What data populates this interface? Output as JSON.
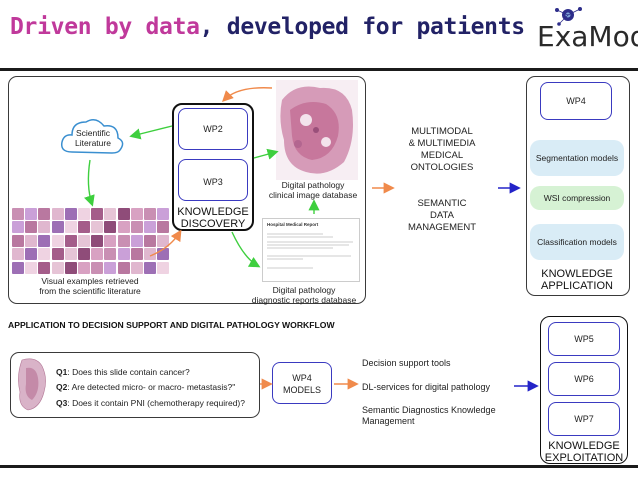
{
  "header": {
    "title_part1": "Driven by data",
    "title_sep": ",",
    "title_part2": " developed for patients",
    "logo_text": "ExaMode"
  },
  "discovery": {
    "cloud_label": "Scientific\nLiterature",
    "wp2": "WP2",
    "wp3": "WP3",
    "knowledge_discovery": "KNOWLEDGE\nDISCOVERY",
    "visual_examples": "Visual examples retrieved\nfrom the scientific literature",
    "clinical_db": "Digital pathology\nclinical image database",
    "reports_db": "Digital pathology\ndiagnostic reports database",
    "report_title": "Hospital Medical Report"
  },
  "middle": {
    "ontologies": "MULTIMODAL\n& MULTIMEDIA\nMEDICAL\nONTOLOGIES",
    "semantic": "SEMANTIC\nDATA\nMANAGEMENT"
  },
  "application": {
    "wp4": "WP4",
    "segmentation": "Segmentation models",
    "wsi": "WSI compression",
    "classification": "Classification models",
    "label": "KNOWLEDGE\nAPPLICATION"
  },
  "bottom": {
    "heading": "APPLICATION TO DECISION SUPPORT AND DIGITAL PATHOLOGY WORKFLOW",
    "q1_tag": "Q1",
    "q1_text": ": Does this slide contain cancer?",
    "q2_tag": "Q2",
    "q2_text": ": Are detected micro- or macro- metastasis?\"",
    "q3_tag": "Q3",
    "q3_text": ": Does it contain PNI (chemotherapy required)?",
    "wp4_models": "WP4\nMODELS",
    "decision_support": "Decision support tools",
    "dl_services": "DL-services for digital pathology",
    "semantic_kb": "Semantic Diagnostics Knowledge\nManagement"
  },
  "exploitation": {
    "wp5": "WP5",
    "wp6": "WP6",
    "wp7": "WP7",
    "label": "KNOWLEDGE\nEXPLOITATION"
  },
  "colors": {
    "title_pink": "#c0399b",
    "title_dark": "#222266",
    "arrow_green": "#3ecf3e",
    "arrow_orange": "#f08a4b",
    "arrow_blue": "#2323c8",
    "pill_blue": "#d9ecf6",
    "pill_green": "#d6f2d4"
  }
}
